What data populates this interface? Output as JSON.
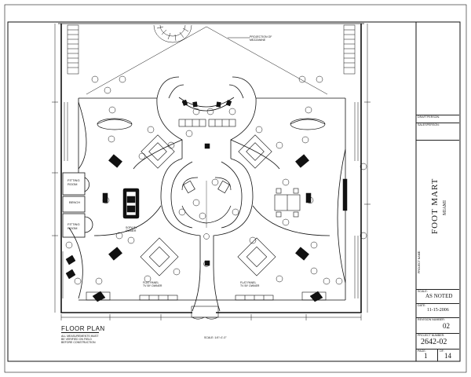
{
  "plan": {
    "title": "FLOOR PLAN",
    "note_lines": [
      "ALL MEASUREMENTS MUST",
      "BE VERIFIED ON FIELD",
      "BEFORE CONSTRUCTION"
    ],
    "scale": "SCALE: 1/4\"=1'-0\"",
    "mezzanine_note": [
      "PROJECTION OF",
      "MEZZANINE"
    ],
    "fitting_room_1": [
      "FITTING",
      "ROOM"
    ],
    "fitting_room_2": [
      "FITTING",
      "ROOM"
    ],
    "bench": "BENCH",
    "sofa": [
      "SOFA BY",
      "OWNER"
    ],
    "flat_panel_left": [
      "FLAT PANEL",
      "TV BY OWNER"
    ],
    "flat_panel_right": [
      "FLAT PANEL",
      "TV BY OWNER"
    ]
  },
  "title_block": {
    "draftperson": "DRAFTPERSON:",
    "salesperson": "SALESPERSON:",
    "project_name_caption": "PROJECT NAME:",
    "project_name": "FOOT MART",
    "project_city": "MIAMI",
    "scale_caption": "SCALE:",
    "scale": "AS NOTED",
    "date_caption": "DATE:",
    "date": "11-15-2006",
    "revision_caption": "REVISION NUMBER:",
    "revision": "02",
    "project_number_caption": "PROJECT NUMBER:",
    "project_number": "2642-02",
    "page_caption": "PAGE:",
    "page": "1",
    "of_caption": "OF:",
    "of": "14"
  }
}
